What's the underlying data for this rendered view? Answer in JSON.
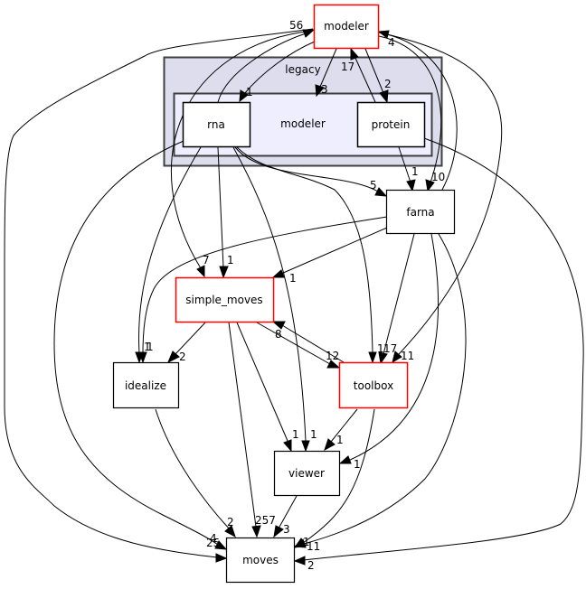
{
  "graph": {
    "colors": {
      "red_border": "#ff0000",
      "normal_border": "#000000",
      "cluster_outer_fill": "#ddddee",
      "cluster_outer_border": "#404040",
      "cluster_inner_fill": "#eeeeff",
      "cluster_inner_border": "#404040",
      "node_fill": "#ffffff"
    },
    "clusters": [
      {
        "id": "legacy",
        "label": "legacy"
      },
      {
        "id": "modeler_inner",
        "label": "modeler"
      }
    ],
    "nodes": [
      {
        "id": "modeler",
        "label": "modeler",
        "highlight": true
      },
      {
        "id": "rna",
        "label": "rna",
        "highlight": false
      },
      {
        "id": "protein",
        "label": "protein",
        "highlight": false
      },
      {
        "id": "farna",
        "label": "farna",
        "highlight": false
      },
      {
        "id": "simple_moves",
        "label": "simple_moves",
        "highlight": true
      },
      {
        "id": "idealize",
        "label": "idealize",
        "highlight": false
      },
      {
        "id": "toolbox",
        "label": "toolbox",
        "highlight": true
      },
      {
        "id": "viewer",
        "label": "viewer",
        "highlight": false
      },
      {
        "id": "moves",
        "label": "moves",
        "highlight": false
      }
    ],
    "edges": [
      {
        "from": "modeler",
        "to": "rna",
        "label": "1"
      },
      {
        "from": "modeler",
        "to": "modeler_inner",
        "label": "3"
      },
      {
        "from": "modeler",
        "to": "protein",
        "label": "2"
      },
      {
        "from": "protein",
        "to": "modeler",
        "label": "17"
      },
      {
        "from": "rna",
        "to": "modeler",
        "label": "56"
      },
      {
        "from": "farna",
        "to": "modeler",
        "label": "4"
      },
      {
        "from": "modeler",
        "to": "farna",
        "label": "10"
      },
      {
        "from": "protein",
        "to": "farna",
        "label": "1"
      },
      {
        "from": "rna",
        "to": "farna",
        "label": "5"
      },
      {
        "from": "modeler",
        "to": "simple_moves",
        "label": "7"
      },
      {
        "from": "rna",
        "to": "simple_moves",
        "label": "1"
      },
      {
        "from": "farna",
        "to": "simple_moves",
        "label": "1"
      },
      {
        "from": "rna",
        "to": "idealize",
        "label": "1"
      },
      {
        "from": "farna",
        "to": "idealize",
        "label": "1"
      },
      {
        "from": "simple_moves",
        "to": "idealize",
        "label": "2"
      },
      {
        "from": "simple_moves",
        "to": "toolbox",
        "label": "12"
      },
      {
        "from": "toolbox",
        "to": "simple_moves",
        "label": "8"
      },
      {
        "from": "rna",
        "to": "toolbox",
        "label": "1"
      },
      {
        "from": "farna",
        "to": "toolbox",
        "label": "17"
      },
      {
        "from": "modeler",
        "to": "toolbox",
        "label": "11"
      },
      {
        "from": "simple_moves",
        "to": "viewer",
        "label": "1"
      },
      {
        "from": "rna",
        "to": "viewer",
        "label": "1"
      },
      {
        "from": "toolbox",
        "to": "viewer",
        "label": "1"
      },
      {
        "from": "farna",
        "to": "viewer",
        "label": "1"
      },
      {
        "from": "idealize",
        "to": "moves",
        "label": "2"
      },
      {
        "from": "simple_moves",
        "to": "moves",
        "label": "257"
      },
      {
        "from": "viewer",
        "to": "moves",
        "label": "3"
      },
      {
        "from": "rna",
        "to": "moves",
        "label": "4"
      },
      {
        "from": "modeler",
        "to": "moves",
        "label": "25"
      },
      {
        "from": "toolbox",
        "to": "moves",
        "label": "1"
      },
      {
        "from": "farna",
        "to": "moves",
        "label": "11"
      },
      {
        "from": "protein",
        "to": "moves",
        "label": "2"
      }
    ]
  }
}
